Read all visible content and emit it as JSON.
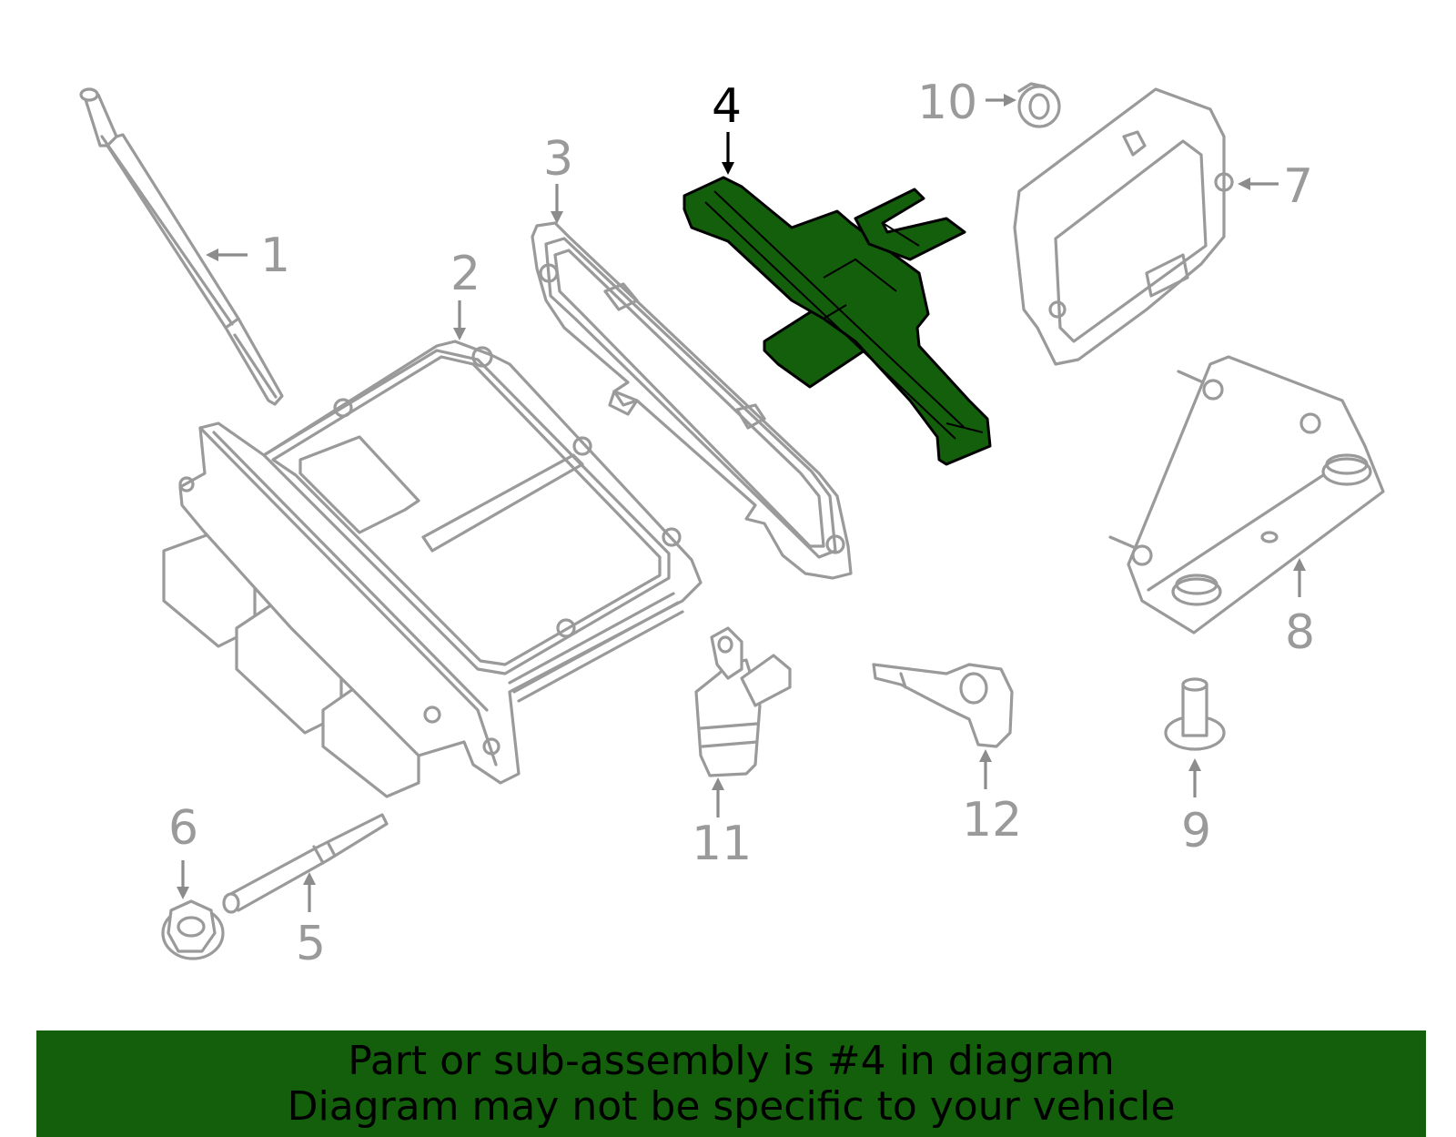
{
  "colors": {
    "highlight_fill": "#145f0c",
    "banner_background": "#145f0c",
    "part_outline": "#9a9a9a",
    "highlight_label": "#000000"
  },
  "diagram": {
    "highlighted_part": "4",
    "callouts": [
      {
        "id": "1",
        "label": "1"
      },
      {
        "id": "2",
        "label": "2"
      },
      {
        "id": "3",
        "label": "3"
      },
      {
        "id": "4",
        "label": "4"
      },
      {
        "id": "5",
        "label": "5"
      },
      {
        "id": "6",
        "label": "6"
      },
      {
        "id": "7",
        "label": "7"
      },
      {
        "id": "8",
        "label": "8"
      },
      {
        "id": "9",
        "label": "9"
      },
      {
        "id": "10",
        "label": "10"
      },
      {
        "id": "11",
        "label": "11"
      },
      {
        "id": "12",
        "label": "12"
      }
    ]
  },
  "banner": {
    "line1": "Part or sub-assembly is #4 in diagram",
    "line2": "Diagram may not be specific to your vehicle"
  }
}
